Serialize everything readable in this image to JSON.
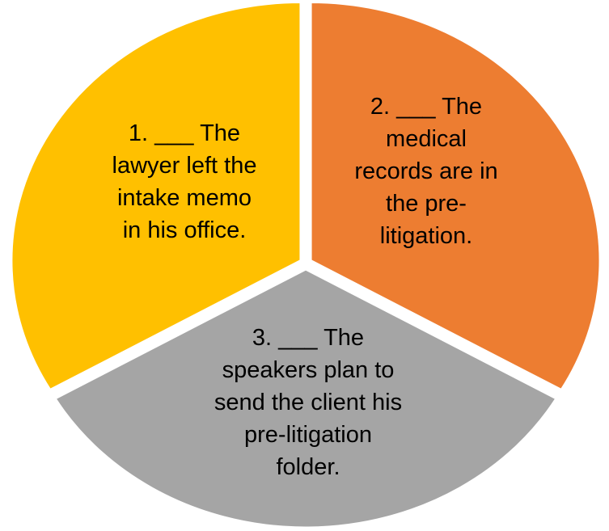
{
  "slices": [
    {
      "id": "yellow",
      "value": 1,
      "color": "#FFC000",
      "lines": [
        "1. ___ The",
        "lawyer left the",
        "intake memo",
        "in his office."
      ]
    },
    {
      "id": "orange",
      "value": 1,
      "color": "#ED7D31",
      "lines": [
        "2. ___ The",
        "medical",
        "records are in",
        "the pre-",
        "litigation."
      ]
    },
    {
      "id": "gray",
      "value": 1,
      "color": "#A5A5A5",
      "lines": [
        "3. ___ The",
        "speakers plan to",
        "send the client his",
        "pre-litigation",
        "folder."
      ]
    }
  ]
}
